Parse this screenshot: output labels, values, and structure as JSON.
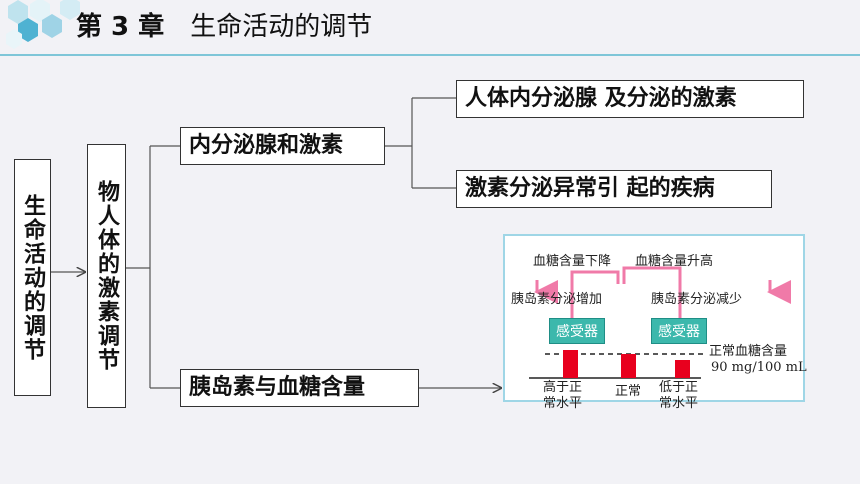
{
  "header": {
    "chapter": "第 3 章",
    "subtitle": "生命活动的调节"
  },
  "boxes": {
    "root": "生命活动的调节",
    "second": "物人体的激素调节",
    "branch1": "内分泌腺和激素",
    "branch2": "胰岛素与血糖含量",
    "leaf1": "人体内分泌腺 及分泌的激素",
    "leaf2": "激素分泌异常引 起的疾病"
  },
  "figure": {
    "label_decrease": "血糖含量下降",
    "label_increase": "血糖含量升高",
    "insulin_increase": "胰岛素分泌增加",
    "insulin_decrease": "胰岛素分泌减少",
    "receptor_left": "感受器",
    "receptor_right": "感受器",
    "normal_label": "正常血糖含量",
    "normal_value": "90 mg/100 mL",
    "bar_high": "高于正常水平",
    "bar_normal": "正常",
    "bar_low": "低于正常水平"
  },
  "colors": {
    "accent": "#7fc6d8",
    "receptor": "#3cb8ac",
    "bar": "#e8001e",
    "arrow": "#f07aa8"
  }
}
